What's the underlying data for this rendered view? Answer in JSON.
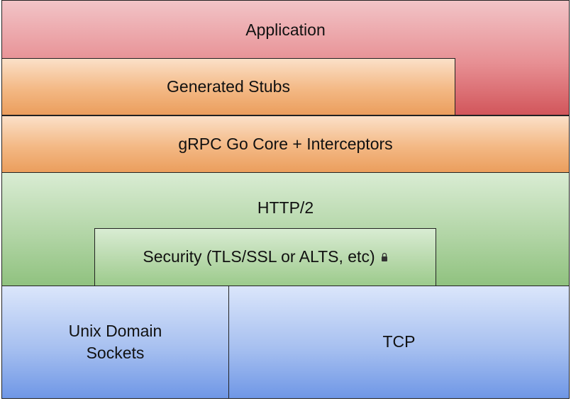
{
  "layers": {
    "application": "Application",
    "generated_stubs": "Generated Stubs",
    "grpc_core": "gRPC Go Core + Interceptors",
    "http2": "HTTP/2",
    "security": "Security (TLS/SSL or ALTS, etc)",
    "unix_domain_sockets_line1": "Unix Domain",
    "unix_domain_sockets_line2": "Sockets",
    "tcp": "TCP"
  },
  "icons": {
    "security_icon": "lock-icon"
  },
  "colors": {
    "application": "#e78f93",
    "stubs_and_core": "#f3b884",
    "http2_and_security": "#b2d5a6",
    "transport": "#a7c0f0",
    "border": "#222222"
  }
}
